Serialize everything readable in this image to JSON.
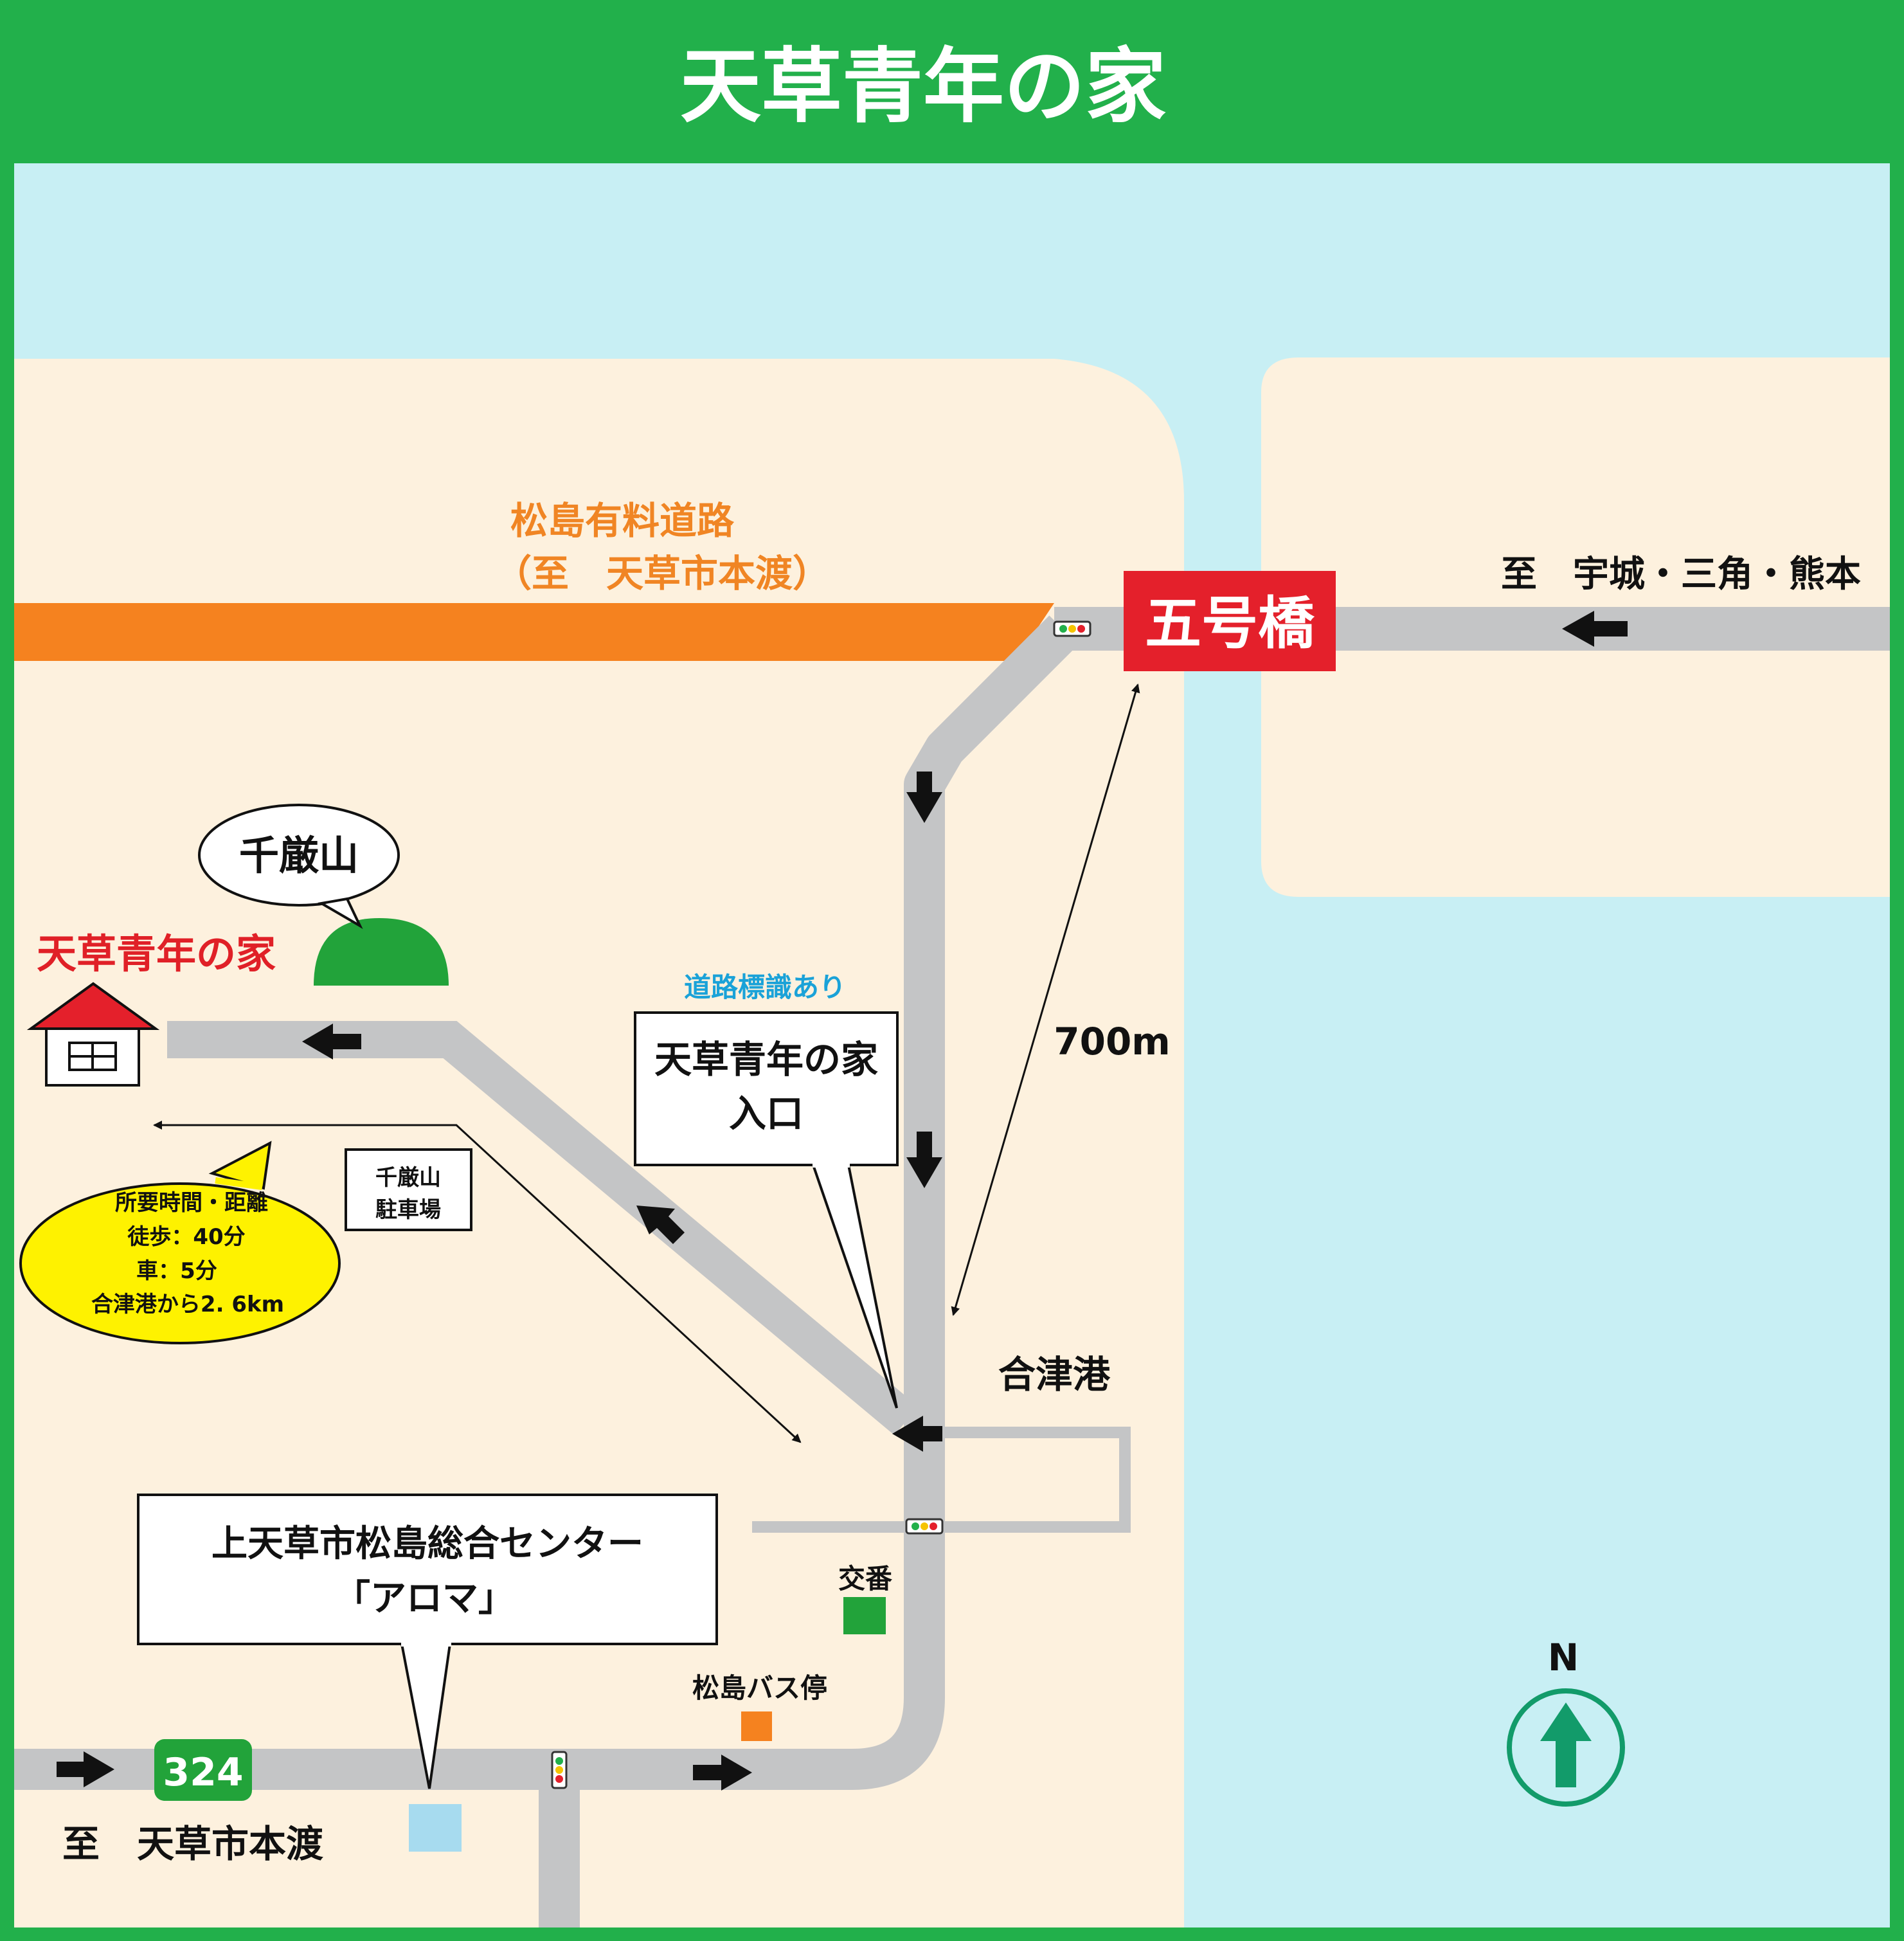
{
  "title": "天草青年の家",
  "toll_road": {
    "name": "松島有料道路",
    "destination": "（至　天草市本渡）"
  },
  "bridge": {
    "name": "五号橋"
  },
  "destination_east": "至　宇城・三角・熊本",
  "destination_southwest": "至　天草市本渡",
  "mountain": {
    "name": "千厳山"
  },
  "facility": {
    "name": "天草青年の家"
  },
  "road_sign_note": "道路標識あり",
  "entrance_sign": {
    "line1": "天草青年の家",
    "line2": "入口"
  },
  "distance_label": "700m",
  "parking": {
    "line1": "千厳山",
    "line2": "駐車場"
  },
  "travel_info": {
    "line1": "所要時間・距離",
    "line2": "徒歩：40分",
    "line3": "車：5分",
    "line4": "合津港から2. 6km"
  },
  "port": {
    "name": "合津港"
  },
  "police_box": {
    "name": "交番"
  },
  "bus_stop": {
    "name": "松島バス停"
  },
  "center": {
    "line1": "上天草市松島総合センター",
    "line2": "「アロマ」"
  },
  "route_number": "324",
  "north_label": "N",
  "colors": {
    "header_green": "#22b04b",
    "sea": "#c8eff4",
    "land": "#fdf1de",
    "road": "#c4c5c6",
    "toll_road": "#f5821f",
    "bridge_red": "#e4202b",
    "mountain_green": "#22a33a",
    "balloon_yellow": "#fef200",
    "north_green": "#129b6a"
  }
}
